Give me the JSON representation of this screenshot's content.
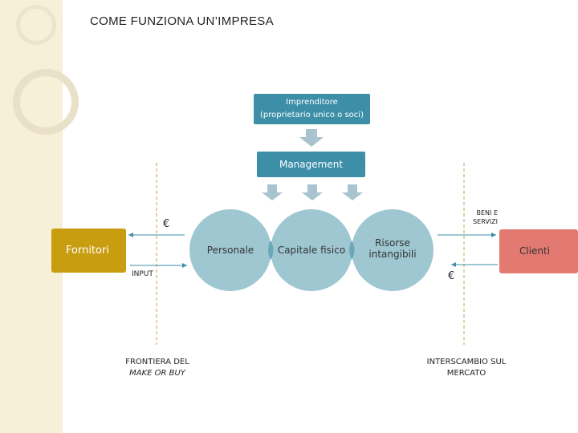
{
  "title": "COME FUNZIONA UN’IMPRESA",
  "imprenditore": {
    "line1": "Imprenditore",
    "line2": "(proprietario unico o soci)"
  },
  "management": "Management",
  "fornitori": "Fornitori",
  "clienti": "Clienti",
  "resources": [
    "Personale",
    "Capitale fisico",
    "Risorse intangibili"
  ],
  "resources_split": {
    "risorse_l1": "Risorse",
    "risorse_l2": "intangibili"
  },
  "euro_symbol": "€",
  "input_label": "INPUT",
  "beni_label": {
    "l1": "BENI E",
    "l2": "SERVIZI"
  },
  "frontiera": {
    "l1": "FRONTIERA DEL",
    "l2": "MAKE OR BUY"
  },
  "interscambio": {
    "l1": "INTERSCAMBIO SUL",
    "l2": "MERCATO"
  },
  "colors": {
    "blue_box": "#3d8fa8",
    "circle": "#9fc7d2",
    "arrow_fill": "#a9c3cf",
    "fornitori": "#c99d10",
    "clienti": "#e27a72",
    "dashed_line": "#c9a24a",
    "sidebar": "#f6f0d9"
  }
}
